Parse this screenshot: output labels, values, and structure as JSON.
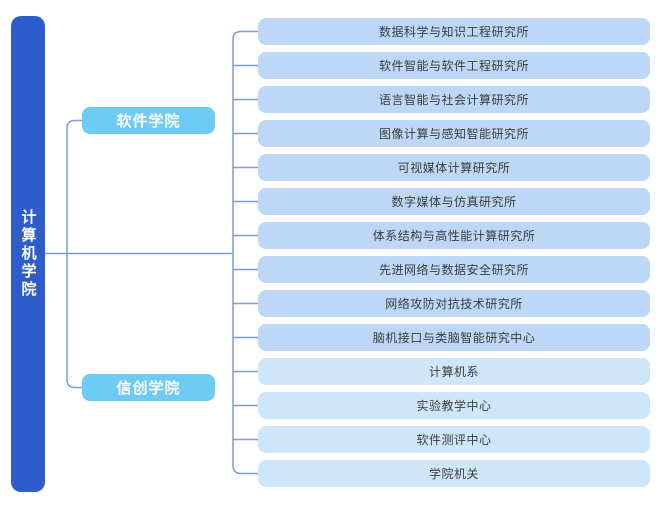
{
  "diagram": {
    "root": {
      "label": "计算机学院"
    },
    "level2": [
      {
        "label": "软件学院"
      },
      {
        "label": "信创学院"
      }
    ],
    "level3": [
      {
        "label": "数据科学与知识工程研究所",
        "variant": "institute"
      },
      {
        "label": "软件智能与软件工程研究所",
        "variant": "institute"
      },
      {
        "label": "语言智能与社会计算研究所",
        "variant": "institute"
      },
      {
        "label": "图像计算与感知智能研究所",
        "variant": "institute"
      },
      {
        "label": "可视媒体计算研究所",
        "variant": "institute"
      },
      {
        "label": "数字媒体与仿真研究所",
        "variant": "institute"
      },
      {
        "label": "体系结构与高性能计算研究所",
        "variant": "institute"
      },
      {
        "label": "先进网络与数据安全研究所",
        "variant": "institute"
      },
      {
        "label": "网络攻防对抗技术研究所",
        "variant": "institute"
      },
      {
        "label": "脑机接口与类脑智能研究中心",
        "variant": "institute"
      },
      {
        "label": "计算机系",
        "variant": "department"
      },
      {
        "label": "实验教学中心",
        "variant": "department"
      },
      {
        "label": "软件测评中心",
        "variant": "department"
      },
      {
        "label": "学院机关",
        "variant": "department"
      }
    ]
  },
  "colors": {
    "background": "#ffffff",
    "root_fill": "#2e5ccb",
    "branch_fill": "#6ecbf3",
    "institute_fill": "#bdd7f6",
    "department_fill": "#cde6fa",
    "line": "#7f9cd6",
    "node_text": "#ffffff",
    "leaf_text": "#3d3d3d"
  }
}
